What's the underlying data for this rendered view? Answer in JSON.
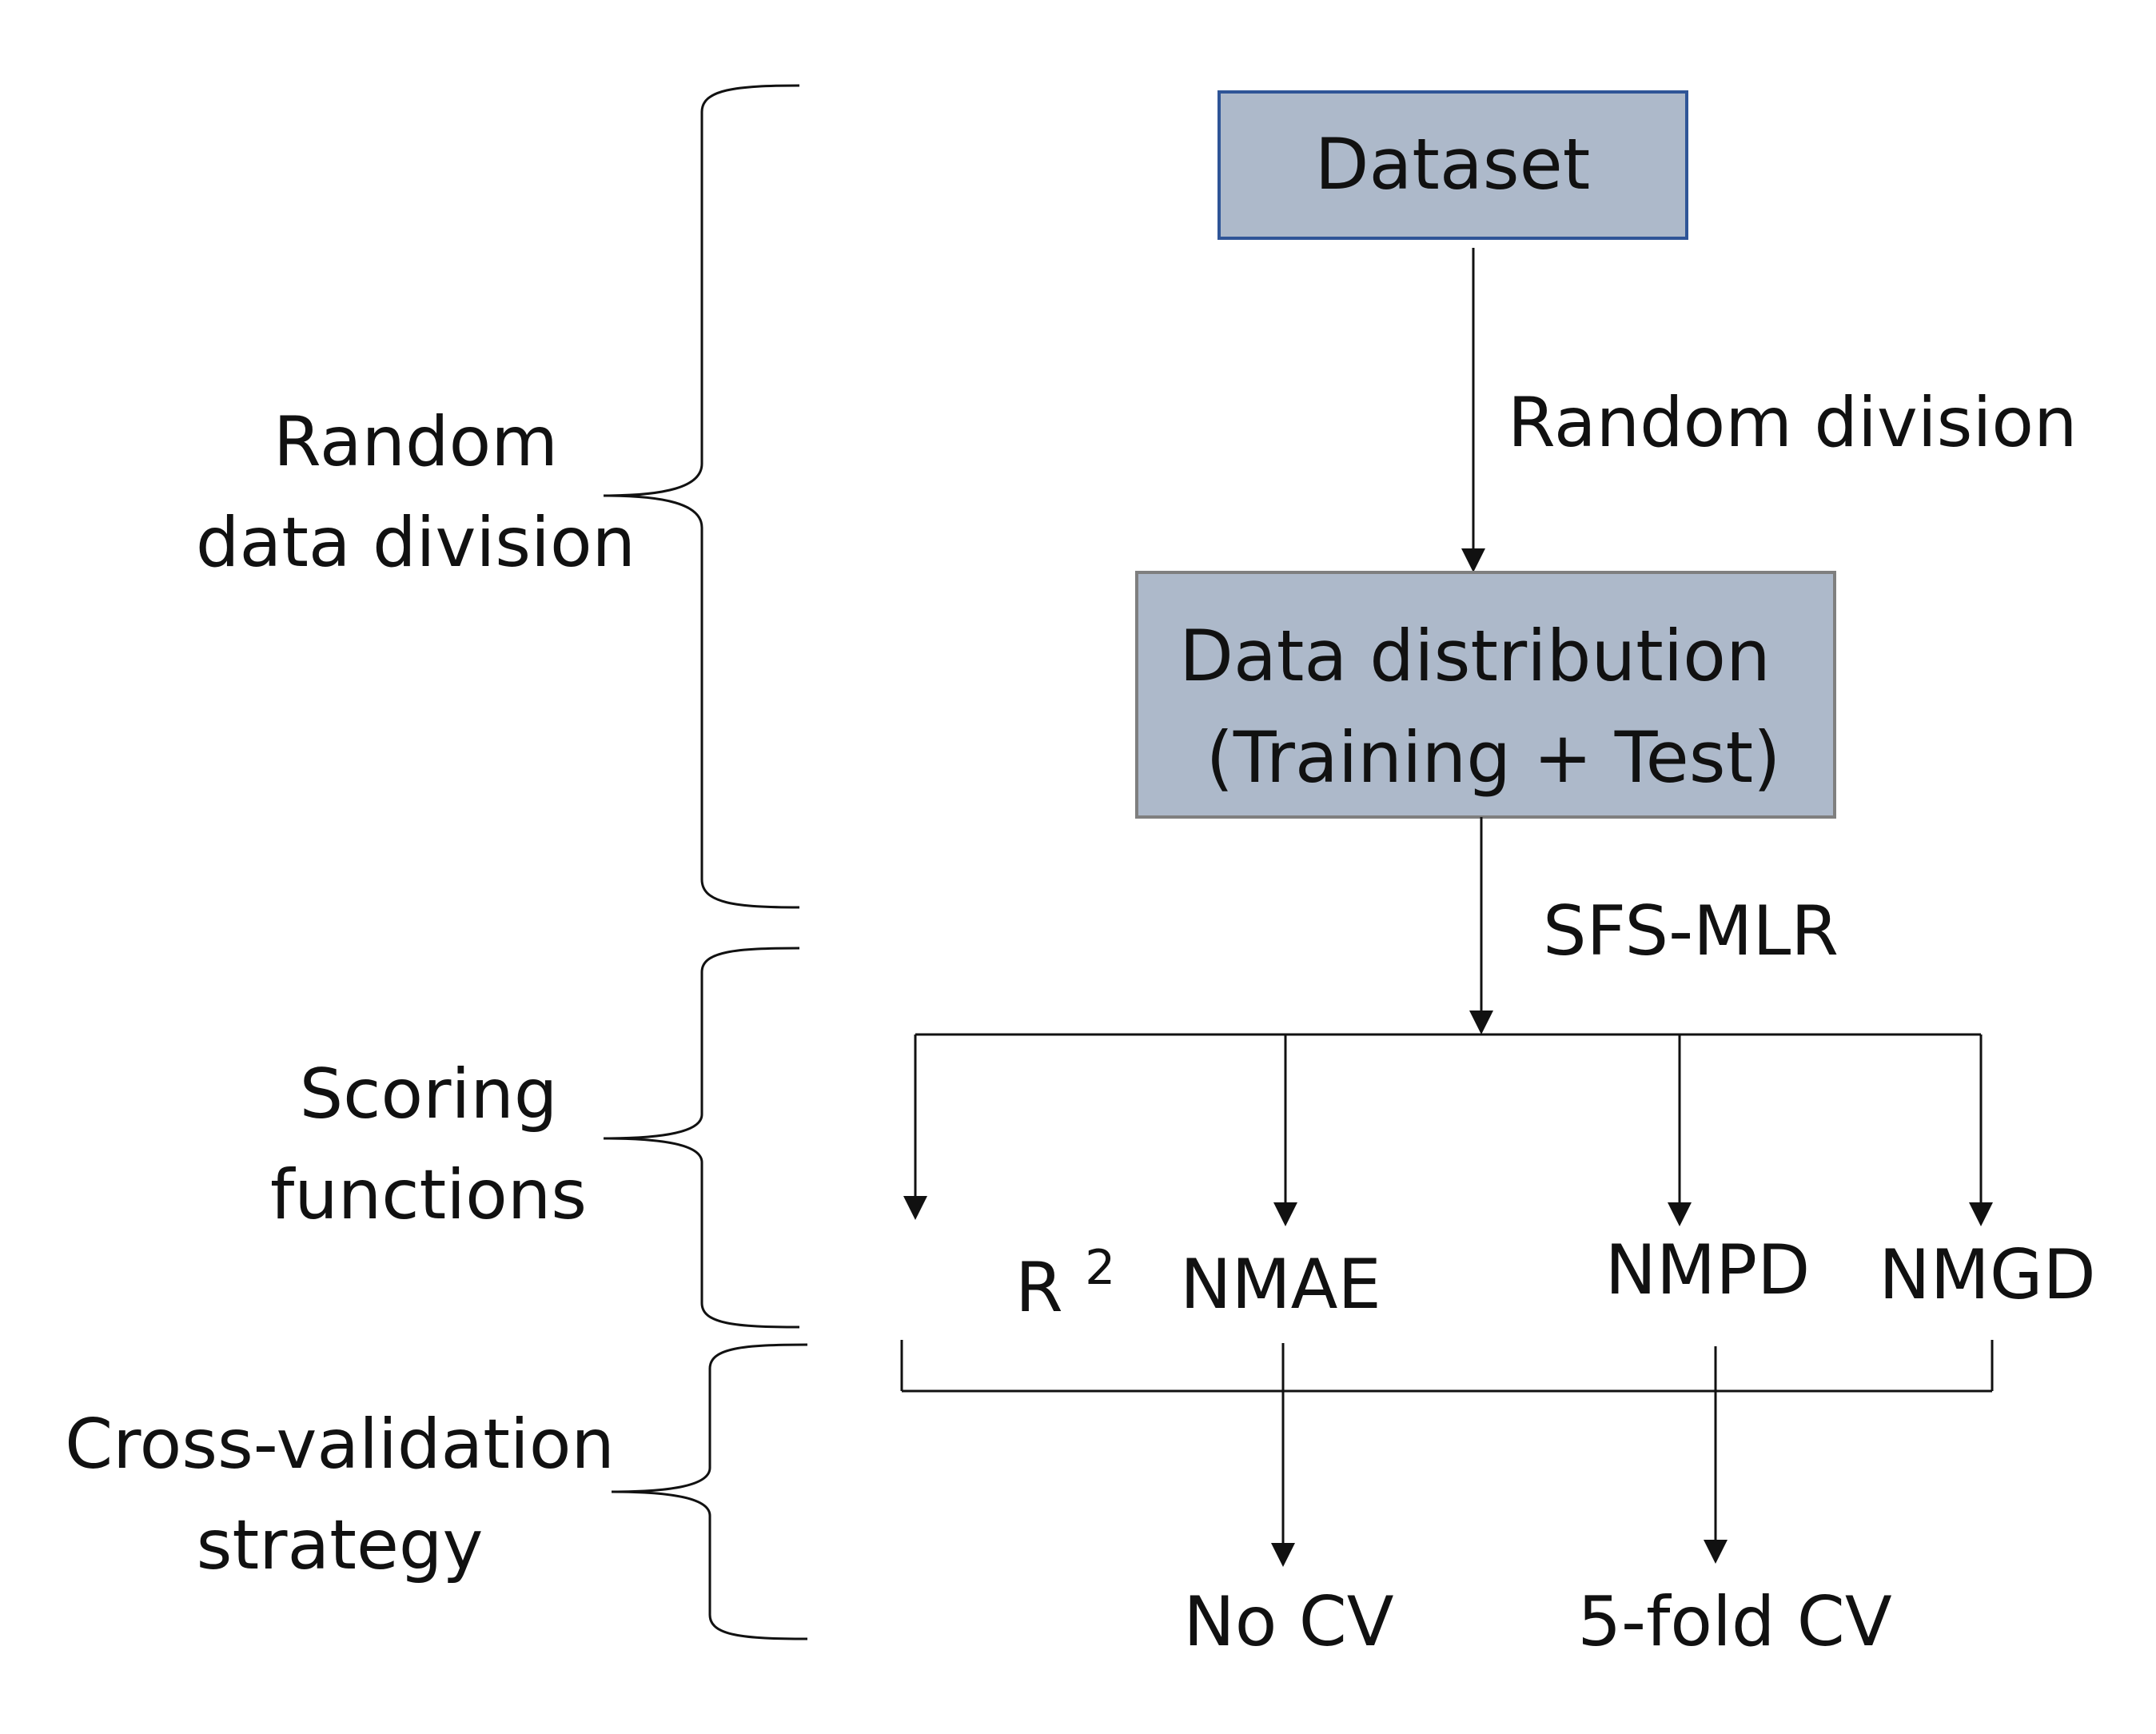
{
  "nodes": {
    "dataset": "Dataset",
    "distribution_line1": "Data distribution",
    "distribution_line2": "(Training + Test)"
  },
  "edges": {
    "random_division": "Random division",
    "sfs_mlr": "SFS-MLR"
  },
  "scoring": {
    "r2_base": "R",
    "r2_sup": "2",
    "nmae": "NMAE",
    "nmpd": "NMPD",
    "nmgd": "NMGD"
  },
  "cv": {
    "no_cv": "No CV",
    "five_fold": "5-fold CV"
  },
  "stages": {
    "random_line1": "Random",
    "random_line2": "data division",
    "scoring_line1": "Scoring",
    "scoring_line2": "functions",
    "cv_line1": "Cross-validation",
    "cv_line2": "strategy"
  },
  "colors": {
    "dataset_fill": "#adb9ca",
    "dataset_stroke": "#2f5597",
    "distribution_fill": "#adb9ca",
    "distribution_stroke": "#7f7f7f"
  }
}
